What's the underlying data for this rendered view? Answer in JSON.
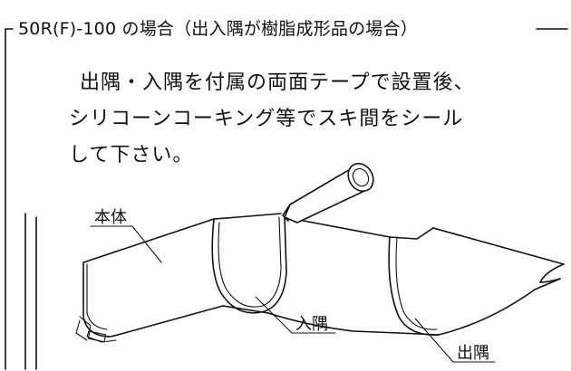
{
  "frame": {
    "title": "50R(F)-100 の場合（出入隅が樹脂成形品の場合）"
  },
  "instructions": {
    "lines": [
      "出隅・入隅を付属の両面テープで設置後、",
      "シリコーンコーキング等でスキ間をシール",
      "して下さい。"
    ]
  },
  "labels": {
    "body": "本体",
    "inner_corner": "入隅",
    "outer_corner": "出隅"
  }
}
